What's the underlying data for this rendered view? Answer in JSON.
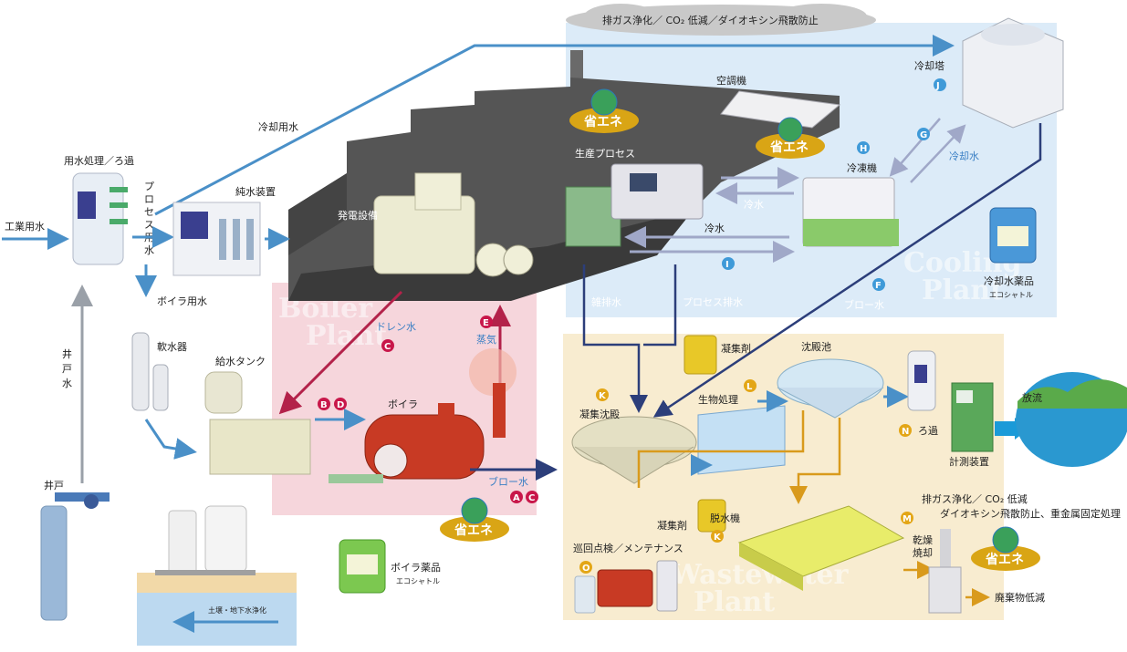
{
  "labels": {
    "top_banner": "排ガス浄化／ CO₂ 低減／ダイオキシン飛散防止",
    "cooling_tower": "冷却塔",
    "air_conditioner": "空調機",
    "production_process": "生産プロセス",
    "refrigerator": "冷凍機",
    "cooling_water_right": "冷却水",
    "cold_water_1": "冷水",
    "cold_water_2": "冷水",
    "coolant_chemical": "冷却水薬品",
    "coolant_chemical_sub": "エコシャトル",
    "blow_water_f": "ブロー水",
    "misc_drain": "雑排水",
    "process_drain": "プロセス排水",
    "cooling_water_left": "冷却用水",
    "water_treatment": "用水処理／ろ過",
    "industrial_water": "工業用水",
    "process_water": "プロセス用水",
    "pure_water_device": "純水装置",
    "power_generation": "発電設備",
    "boiler_water": "ボイラ用水",
    "water_softener": "軟水器",
    "feed_tank": "給水タンク",
    "well_water": "井戸水",
    "well": "井戸",
    "soil_purification": "土壌・地下水浄化",
    "drain_water": "ドレン水",
    "steam": "蒸気",
    "boiler": "ボイラ",
    "blow_water_ac": "ブロー水",
    "boiler_chemical": "ボイラ薬品",
    "boiler_chemical_sub": "エコシャトル",
    "coagulant_1": "凝集剤",
    "coagulant_2": "凝集剤",
    "coag_sedimentation": "凝集沈殿",
    "bio_treatment": "生物処理",
    "sedimentation_pond": "沈殿池",
    "filtration": "ろ過",
    "measuring_device": "計測装置",
    "discharge": "放流",
    "dehydrator": "脱水機",
    "patrol": "巡回点検／メンテナンス",
    "exhaust_line1": "排ガス浄化／ CO₂ 低減",
    "exhaust_line2": "ダイオキシン飛散防止、重金属固定処理",
    "dry_burn": "乾燥\n焼却",
    "dry": "乾燥",
    "burn": "焼却",
    "waste_reduction": "廃棄物低減",
    "boiler_plant": "Boiler\nPlant",
    "boiler_plant_1": "Boiler",
    "boiler_plant_2": "Plant",
    "cooling_plant_1": "Cooling",
    "cooling_plant_2": "Plant",
    "waste_plant_1": "Wastewater",
    "waste_plant_2": "Plant",
    "energy_saving": "省エネ"
  },
  "badges": {
    "A": "A",
    "B": "B",
    "C": "C",
    "D": "D",
    "E": "E",
    "F": "F",
    "G": "G",
    "H": "H",
    "I": "I",
    "J": "J",
    "K": "K",
    "L": "L",
    "M": "M",
    "N": "N",
    "O": "O"
  },
  "colors": {
    "boiler_zone": "#f6d6dc",
    "cooling_zone": "#dcebf8",
    "waste_zone": "#f8ecd0",
    "flow_blue": "#4a90c8",
    "flow_navy": "#2c3e7a",
    "flow_crimson": "#b3224a",
    "flow_orange": "#d99a1c",
    "badge_blue": "#3f9ad8",
    "badge_red": "#c8174a",
    "badge_orange": "#e3a616",
    "energy_gold": "#d9a515"
  }
}
